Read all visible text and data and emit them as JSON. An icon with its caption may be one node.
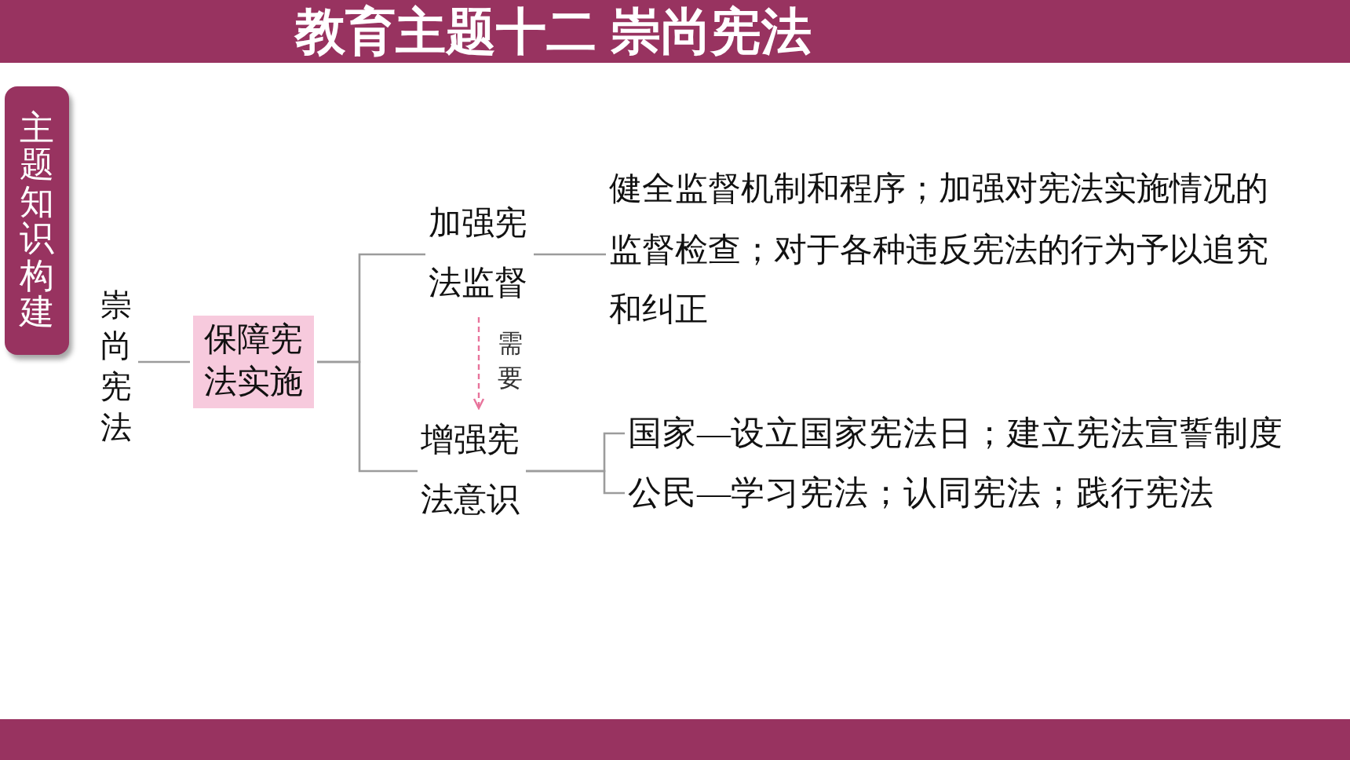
{
  "diagram": {
    "title": "教育主题十二 崇尚宪法",
    "nodes": [
      {
        "text": [
          "主题知识构建"
        ]
      },
      {
        "text": [
          "崇尚宪法"
        ]
      },
      {
        "text": [
          "保障宪法实施"
        ]
      },
      {
        "text": [
          "加强宪法监督"
        ]
      },
      {
        "text": [
          "健全监督机制和程序；加强对宪法实施情况的监督检查；对于各种违反宪法的行为予以追究和纠正"
        ]
      },
      {
        "text": [
          "增强宪法意识"
        ]
      },
      {
        "text": [
          "国家—设立国家宪法日；建立宪法宣誓制度"
        ]
      },
      {
        "text": [
          "公民—学习宪法；认同宪法；践行宪法"
        ]
      }
    ],
    "edges": [
      {
        "from": 1,
        "to": 2,
        "arrow": "none"
      },
      {
        "from": 2,
        "to": 3,
        "arrow": "none"
      },
      {
        "from": 2,
        "to": 5,
        "arrow": "none"
      },
      {
        "from": 3,
        "to": 4,
        "arrow": "none"
      },
      {
        "from": 3,
        "to": 5,
        "arrow": "to",
        "label": "需要",
        "style": "dashed",
        "color": "#e8749c"
      },
      {
        "from": 5,
        "to": 6,
        "arrow": "none"
      },
      {
        "from": 5,
        "to": 7,
        "arrow": "none"
      }
    ]
  }
}
